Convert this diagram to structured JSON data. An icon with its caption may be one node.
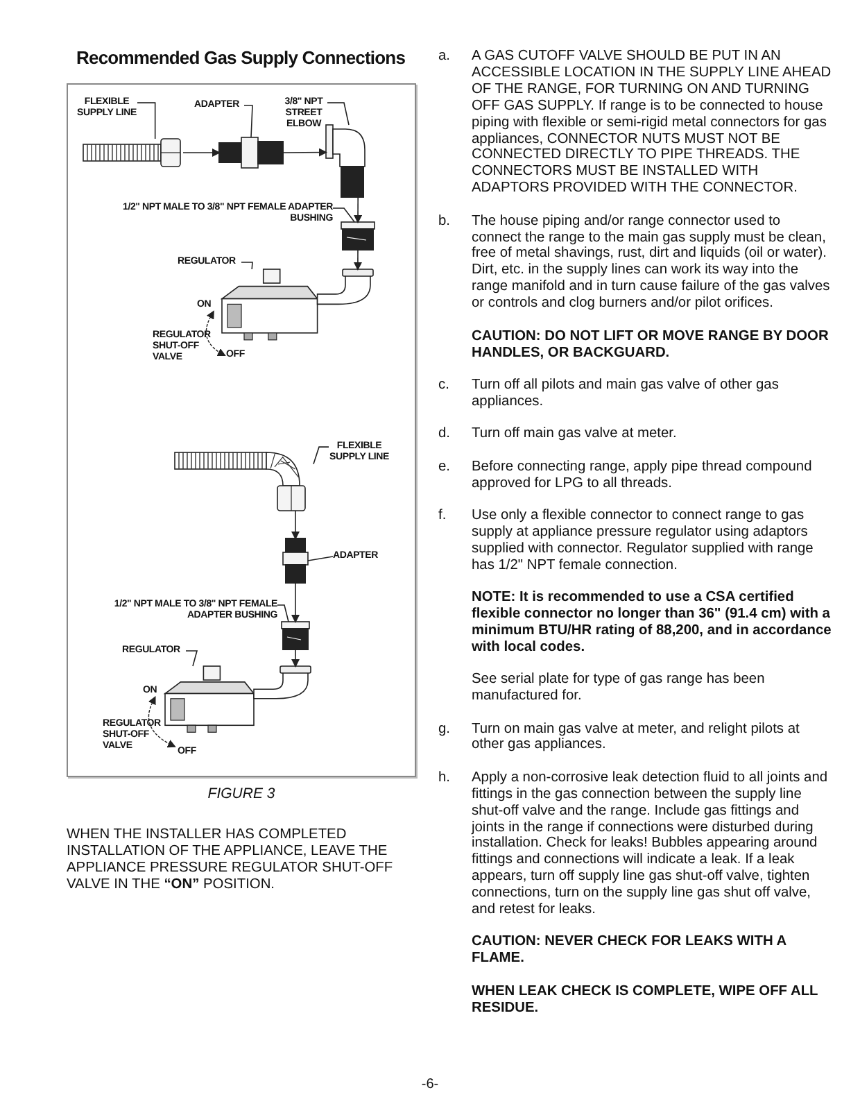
{
  "diagram": {
    "title": "Recommended Gas Supply Connections",
    "caption": "FIGURE 3",
    "nodes": [
      {
        "text": [
          "FLEXIBLE SUPPLY LINE"
        ]
      },
      {
        "text": [
          "ADAPTER"
        ]
      },
      {
        "text": [
          "3/8\" NPT STREET ELBOW"
        ]
      },
      {
        "text": [
          "1/2\" NPT MALE TO 3/8\" NPT FEMALE ADAPTER BUSHING"
        ]
      },
      {
        "text": [
          "REGULATOR"
        ]
      },
      {
        "text": [],
        "shape": "picture"
      },
      {
        "text": [],
        "shape": "picture"
      },
      {
        "text": [],
        "shape": "picture"
      },
      {
        "text": [],
        "shape": "picture"
      },
      {
        "text": [],
        "shape": "picture"
      },
      {
        "text": [
          "FLEXIBLE SUPPLY LINE"
        ]
      },
      {
        "text": [
          "ADAPTER"
        ]
      },
      {
        "text": [
          "1/2\" NPT MALE TO 3/8\" NPT FEMALE ADAPTER BUSHING"
        ]
      },
      {
        "text": [
          "REGULATOR"
        ]
      },
      {
        "text": [],
        "shape": "picture"
      },
      {
        "text": [],
        "shape": "picture"
      },
      {
        "text": [],
        "shape": "picture"
      },
      {
        "text": [],
        "shape": "picture"
      }
    ],
    "edges": [
      {
        "from": 0,
        "to": 5,
        "arrow": "none"
      },
      {
        "from": 1,
        "to": 6,
        "arrow": "none"
      },
      {
        "from": 2,
        "to": 7,
        "arrow": "none"
      },
      {
        "from": 3,
        "to": 8,
        "arrow": "none"
      },
      {
        "from": 4,
        "to": 9,
        "arrow": "none"
      },
      {
        "from": 5,
        "to": 6,
        "arrow": "to"
      },
      {
        "from": 6,
        "to": 7,
        "arrow": "to"
      },
      {
        "from": 7,
        "to": 8,
        "arrow": "to"
      },
      {
        "from": 8,
        "to": 9,
        "arrow": "to"
      },
      {
        "from": 10,
        "to": 14,
        "arrow": "none"
      },
      {
        "from": 11,
        "to": 15,
        "arrow": "none"
      },
      {
        "from": 12,
        "to": 16,
        "arrow": "none"
      },
      {
        "from": 13,
        "to": 17,
        "arrow": "none"
      },
      {
        "from": 14,
        "to": 15,
        "arrow": "to"
      },
      {
        "from": 15,
        "to": 16,
        "arrow": "to"
      },
      {
        "from": 16,
        "to": 17,
        "arrow": "to"
      }
    ],
    "labels": [
      "ON",
      "REGULATOR SHUT-OFF VALVE",
      "OFF",
      "ON",
      "REGULATOR SHUT-OFF VALVE",
      "OFF",
      "WHEN THE INSTALLER HAS COMPLETED INSTALLATION OF THE APPLIANCE, LEAVE THE APPLIANCE PRESSURE REGULATOR SHUT-OFF VALVE IN THE **“ON”** POSITION.",
      "a.",
      "A GAS CUTOFF VALVE SHOULD BE PUT IN AN ACCESSIBLE LOCATION IN THE SUPPLY LINE AHEAD OF THE RANGE, FOR TURNING ON AND TURNING OFF GAS SUPPLY. If range is to be connected to house piping with flexible or semi-rigid metal connectors for gas appliances, CONNECTOR NUTS MUST NOT BE CONNECTED DIRECTLY TO PIPE THREADS. THE CONNECTORS MUST BE INSTALLED WITH ADAPTORS PROVIDED WITH THE CONNECTOR.",
      "b.",
      "The house piping and/or range connector used to connect the range to the main gas supply must be clean, free of metal shavings, rust, dirt and liquids (oil or water). Dirt, etc. in the supply lines can work its way into the range manifold and in turn cause failure of the gas valves or controls and clog burners and/or pilot orifices.",
      "CAUTION: DO NOT LIFT OR MOVE RANGE BY DOOR HANDLES, OR BACKGUARD.",
      "c.",
      "Turn off all pilots and main gas valve of other gas appliances.",
      "d.",
      "Turn off main gas valve at meter.",
      "e.",
      "Before connecting range, apply pipe thread compound approved for LPG to all threads.",
      "f.",
      "Use only a flexible connector to connect range to gas supply at appliance pressure regulator using adaptors supplied with connector. Regulator supplied with range has 1/2\" NPT female connection.",
      "NOTE: It is recommended to use a CSA certified flexible connector no longer than 36\" (91.4 cm) with a minimum BTU/HR rating of 88,200, and in accordance with local codes.",
      "See serial plate for type of gas range has been manufactured for.",
      "g.",
      "Turn on main gas valve at meter, and relight pilots at other gas appliances.",
      "h.",
      "Apply a non-corrosive leak detection fluid to all joints and fittings in the gas connection between the supply line shut-off valve and the range. Include gas fittings and joints in the range if connections were disturbed during installation. Check for leaks! Bubbles appearing around fittings and connections will indicate a leak. If a leak appears, turn off supply line gas shut-off valve, tighten connections, turn on the supply line gas shut off valve, and retest for leaks.",
      "CAUTION: NEVER CHECK FOR LEAKS WITH A FLAME.",
      "WHEN LEAK CHECK IS COMPLETE, WIPE OFF ALL RESIDUE.",
      "-6-"
    ]
  }
}
